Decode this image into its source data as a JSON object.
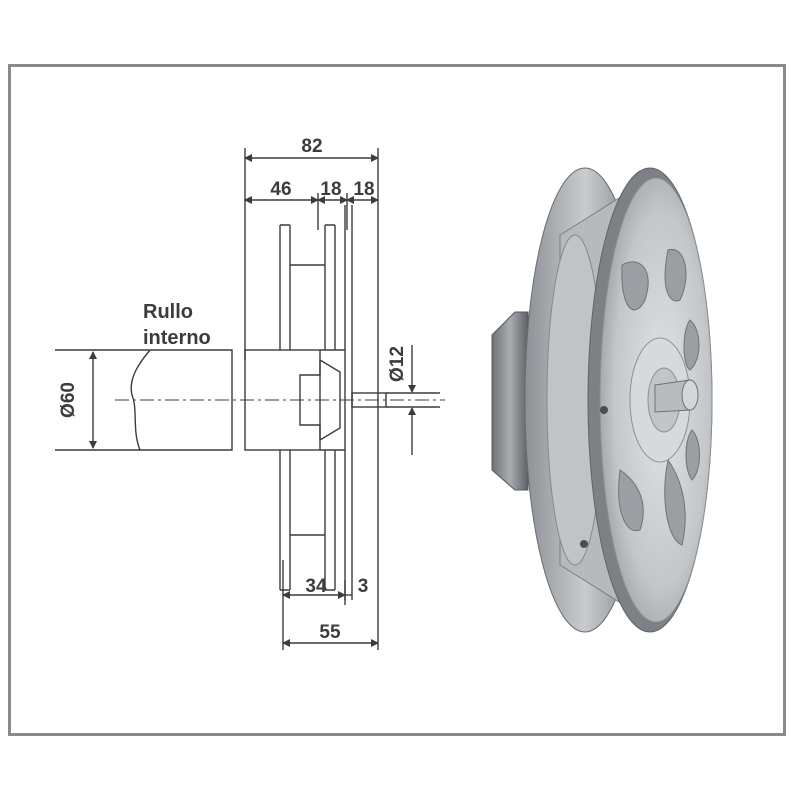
{
  "drawing": {
    "label_line1": "Rullo",
    "label_line2": "interno",
    "dimensions": {
      "overall_width": "82",
      "width_a": "46",
      "width_b": "18",
      "width_c": "18",
      "diameter_roller": "Ø60",
      "diameter_axle": "Ø12",
      "bottom_a": "34",
      "bottom_b": "3",
      "bottom_total": "55"
    }
  },
  "photo": {
    "subject": "metal pulley with axle and hub"
  },
  "colors": {
    "frame": "#8a8a8a",
    "line": "#3c3c3c",
    "metal_light": "#cfd1d4",
    "metal_mid": "#a9acb0",
    "metal_dark": "#6f7276"
  }
}
